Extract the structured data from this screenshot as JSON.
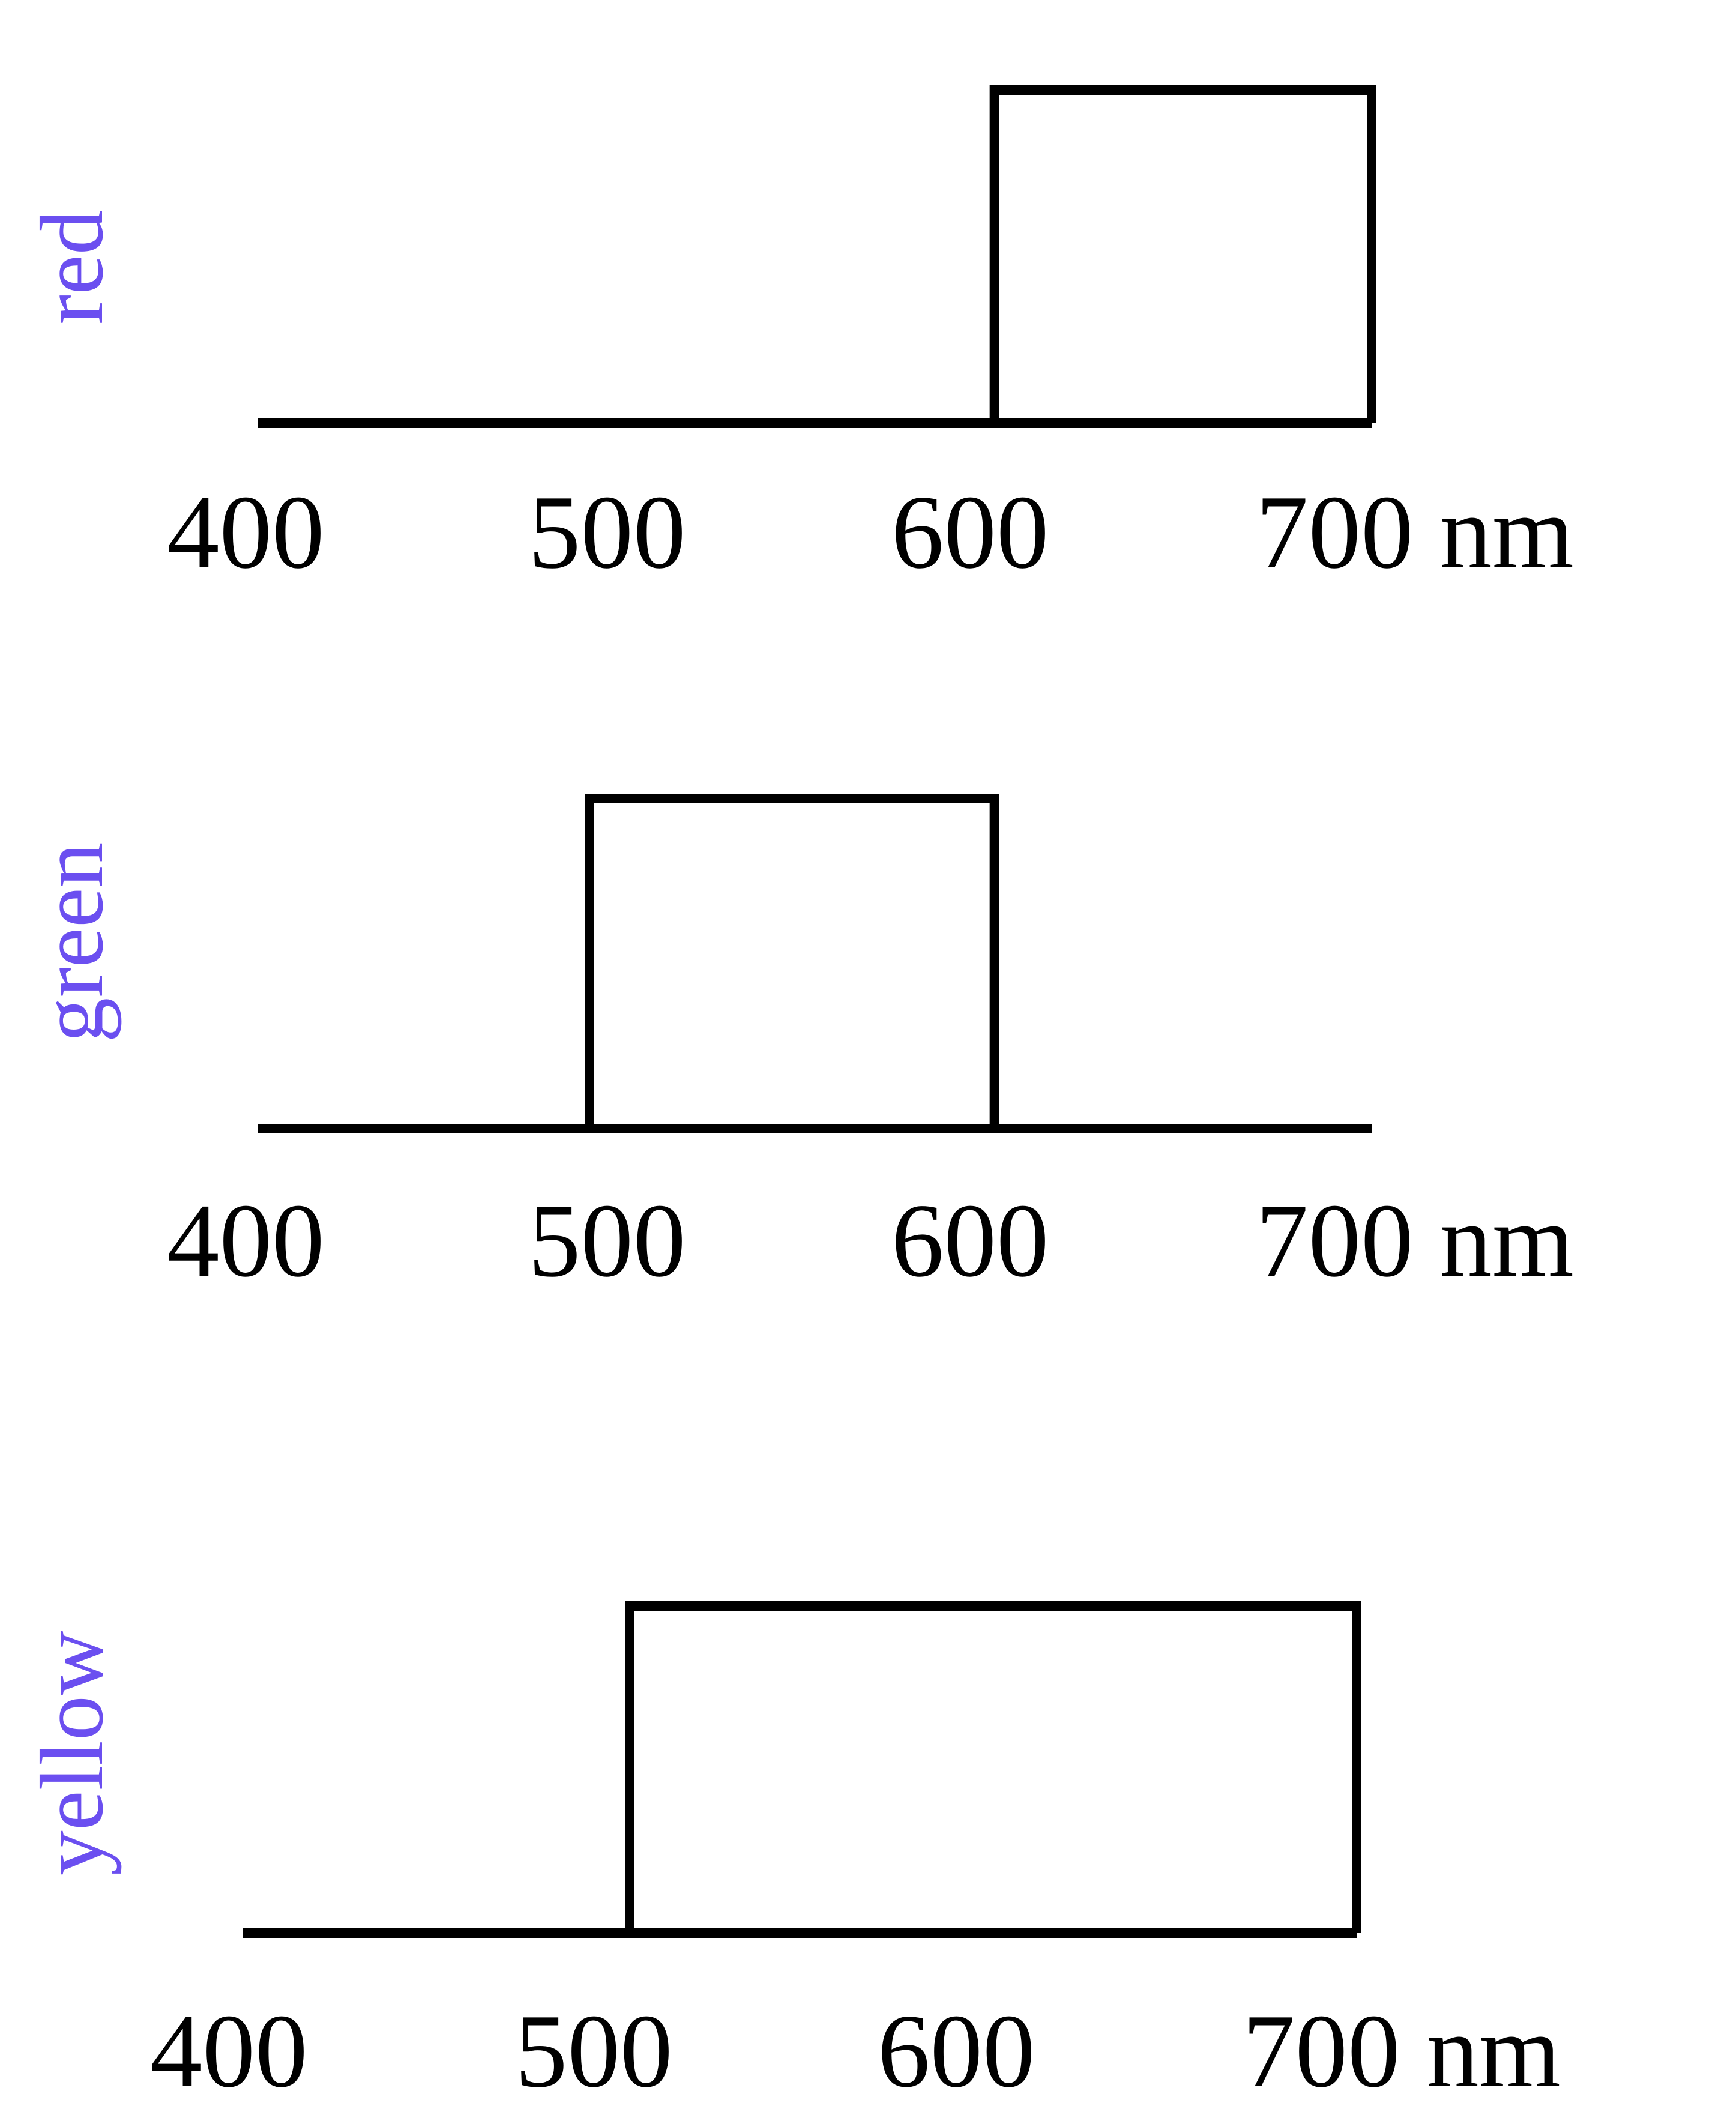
{
  "colors": {
    "line": "#000000",
    "label": "#6b4ff0",
    "background": "#ffffff"
  },
  "unit": "nm",
  "panels": [
    {
      "label": "red",
      "ticks": [
        "400",
        "500",
        "600",
        "700 nm"
      ],
      "band": {
        "start": 600,
        "end": 710
      }
    },
    {
      "label": "green",
      "ticks": [
        "400",
        "500",
        "600",
        "700 nm"
      ],
      "band": {
        "start": 490,
        "end": 600
      }
    },
    {
      "label": "yellow",
      "ticks": [
        "400",
        "500",
        "600",
        "700 nm"
      ],
      "band": {
        "start": 505,
        "end": 705
      }
    }
  ]
}
